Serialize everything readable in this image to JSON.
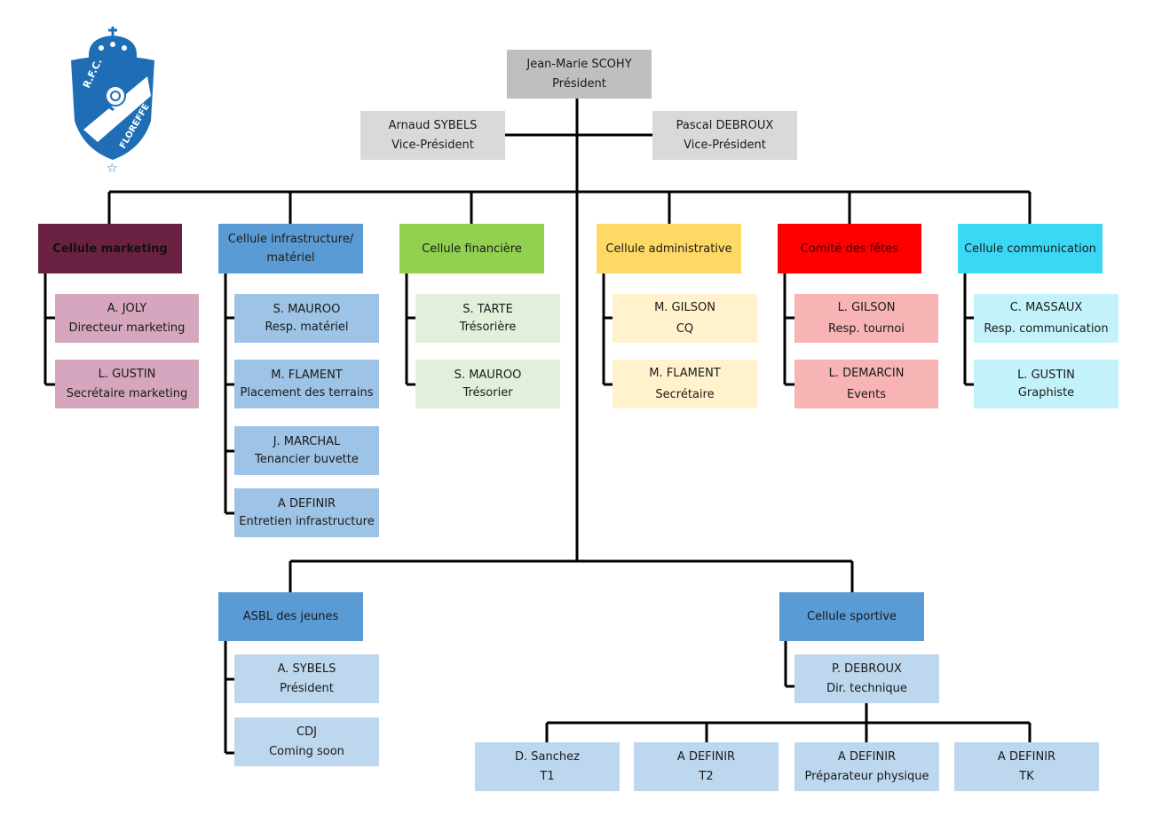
{
  "logo": {
    "text_left": "R.F.C.",
    "text_right": "FLOREFFE",
    "colors": {
      "blue": "#1f6db5",
      "white": "#ffffff"
    }
  },
  "colors": {
    "line": "#000000",
    "president": "#bfbfbf",
    "vice": "#d9d9d9",
    "marketing_header": "#6b2141",
    "marketing_item": "#d5a6bd",
    "infra_header": "#5b9bd5",
    "infra_item": "#9dc3e6",
    "finance_header": "#92d050",
    "finance_item": "#e2efda",
    "admin_header": "#ffd966",
    "admin_item": "#fff2cc",
    "fetes_header": "#ff0000",
    "fetes_item": "#f8b4b4",
    "comm_header": "#3bd8f5",
    "comm_item": "#c4f2fb",
    "jeunes_header": "#5b9bd5",
    "jeunes_item": "#bdd7ee",
    "sport_header": "#5b9bd5",
    "sport_item": "#bdd7ee"
  },
  "top": {
    "president": {
      "name": "Jean-Marie SCOHY",
      "role": "Président"
    },
    "vice_left": {
      "name": "Arnaud SYBELS",
      "role": "Vice-Président"
    },
    "vice_right": {
      "name": "Pascal DEBROUX",
      "role": "Vice-Président"
    }
  },
  "cells": [
    {
      "key": "marketing",
      "title": "Cellule marketing",
      "members": [
        {
          "name": "A. JOLY",
          "role": "Directeur marketing"
        },
        {
          "name": "L. GUSTIN",
          "role": "Secrétaire marketing"
        }
      ]
    },
    {
      "key": "infra",
      "title_l1": "Cellule infrastructure/",
      "title_l2": "matériel",
      "members": [
        {
          "name": "S. MAUROO",
          "role": "Resp. matériel"
        },
        {
          "name": "M. FLAMENT",
          "role": "Placement des terrains"
        },
        {
          "name": "J. MARCHAL",
          "role": "Tenancier buvette"
        },
        {
          "name": "A DEFINIR",
          "role": "Entretien infrastructure"
        }
      ]
    },
    {
      "key": "finance",
      "title": "Cellule financière",
      "members": [
        {
          "name": "S. TARTE",
          "role": "Trésorière"
        },
        {
          "name": "S. MAUROO",
          "role": "Trésorier"
        }
      ]
    },
    {
      "key": "admin",
      "title": "Cellule administrative",
      "members": [
        {
          "name": "M. GILSON",
          "role": "CQ"
        },
        {
          "name": "M. FLAMENT",
          "role": "Secrétaire"
        }
      ]
    },
    {
      "key": "fetes",
      "title": "Comité des fêtes",
      "members": [
        {
          "name": "L. GILSON",
          "role": "Resp. tournoi"
        },
        {
          "name": "L. DEMARCIN",
          "role": "Events"
        }
      ]
    },
    {
      "key": "comm",
      "title": "Cellule communication",
      "members": [
        {
          "name": "C. MASSAUX",
          "role": "Resp. communication"
        },
        {
          "name": "L. GUSTIN",
          "role": "Graphiste"
        }
      ]
    }
  ],
  "jeunes": {
    "title": "ASBL des jeunes",
    "members": [
      {
        "name": "A. SYBELS",
        "role": "Président"
      },
      {
        "name": "CDJ",
        "role": "Coming soon"
      }
    ]
  },
  "sport": {
    "title": "Cellule sportive",
    "director": {
      "name": "P. DEBROUX",
      "role": "Dir. technique"
    },
    "staff": [
      {
        "name": "D. Sanchez",
        "role": "T1"
      },
      {
        "name": "A DEFINIR",
        "role": "T2"
      },
      {
        "name": "A DEFINIR",
        "role": "Préparateur physique"
      },
      {
        "name": "A DEFINIR",
        "role": "TK"
      }
    ]
  }
}
